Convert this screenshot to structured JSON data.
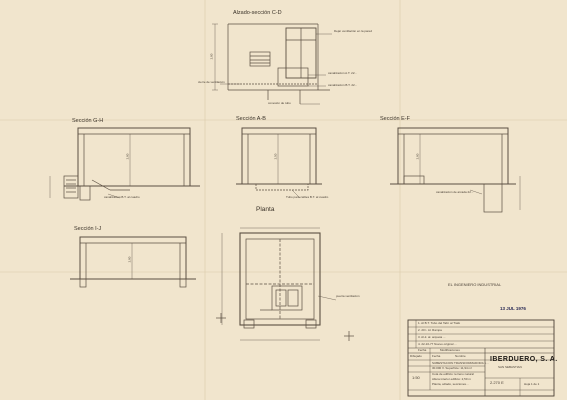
{
  "drawing": {
    "views": {
      "alzado_cd": "Alzado-sección C-D",
      "gh": "Sección G-H",
      "ab": "Sección A-B",
      "ef": "Sección E-F",
      "ij": "Sección I-J",
      "planta": "Planta"
    },
    "annotations": {
      "cd_note_1": "Dejar ventilación en la pared",
      "cd_note_2": "canalización A.T. 22...",
      "cd_note_3": "canalización B.T. 22...",
      "cd_note_4": "cierre de ventilación",
      "cd_note_5": "conexión de tubo",
      "gh_note": "canalización B.T. al cuadro",
      "ef_note": "canalización de arcada 22...",
      "planta_note_1": "Tubo para cables B.T. al cuadro",
      "planta_note_2": "puerta ventilación",
      "engineer": "EL INGENIERO INDUSTRIAL"
    },
    "dimensions": {
      "d1": "2,80",
      "d2": "2,80",
      "d3": "2,50",
      "d4": "2,80",
      "d5": "2,80"
    },
    "stamp": {
      "date": "13 JUL 1976"
    }
  },
  "title_block": {
    "revision_header": [
      "Fecha",
      "Modificaciones"
    ],
    "revision_rows": [
      "1. Al B.T. Tubo del Tabl. al Trafo",
      "2. 20 t. Al. Rampa",
      "3. Al-ti. al. arqueta ...",
      "4. 22-10-77 Nuevo original ..."
    ],
    "drawn_header": [
      "Dibujado",
      "Fecha",
      "Nombre"
    ],
    "project_lines": [
      "SUBESTACION TRANSFORMADORA 1...",
      "30.000 V. Superficie: 11,94 m²",
      "Cota de edificio: terreno natural",
      "Altura interior edificio: 2,50 m",
      "Planta, alzado, secciones..."
    ],
    "scale": "1:50",
    "company": "IBERDUERO, S. A.",
    "city": "SAN SEBASTIAN",
    "plan_number": "2.270 E",
    "sheet_footer": "Hoja 1 de 1"
  }
}
